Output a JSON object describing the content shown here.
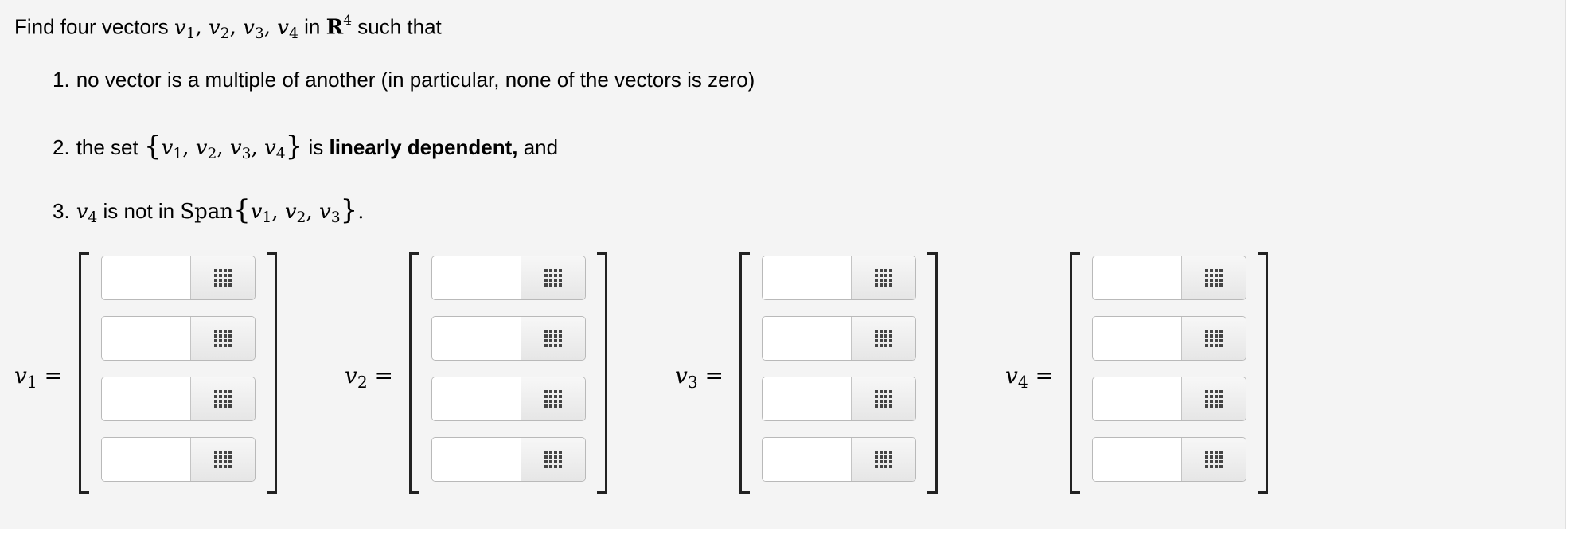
{
  "intro": {
    "prefix": "Find four vectors ",
    "v": "v",
    "s1": "1",
    "s2": "2",
    "s3": "3",
    "s4": "4",
    "comma": ", ",
    "in": " in ",
    "R": "R",
    "exp": "4",
    "suffix": " such that"
  },
  "conditions": [
    {
      "num": "1.",
      "text": "no vector is a multiple of another (in particular, none of the vectors is zero)"
    },
    {
      "num": "2.",
      "pre": "the set ",
      "open": "{",
      "close": "}",
      "is": " is ",
      "bold": "linearly dependent,",
      "post": " and"
    },
    {
      "num": "3.",
      "is_not_in": " is not in ",
      "span": "Span",
      "open": "{",
      "close": "}",
      "period": "."
    }
  ],
  "vectors": [
    {
      "name": "v",
      "sub": "1",
      "eq": " =",
      "entries": [
        "",
        "",
        "",
        ""
      ]
    },
    {
      "name": "v",
      "sub": "2",
      "eq": " =",
      "entries": [
        "",
        "",
        "",
        ""
      ]
    },
    {
      "name": "v",
      "sub": "3",
      "eq": " =",
      "entries": [
        "",
        "",
        "",
        ""
      ]
    },
    {
      "name": "v",
      "sub": "4",
      "eq": " =",
      "entries": [
        "",
        "",
        "",
        ""
      ]
    }
  ],
  "icons": {
    "entry_button": "grid-icon"
  }
}
